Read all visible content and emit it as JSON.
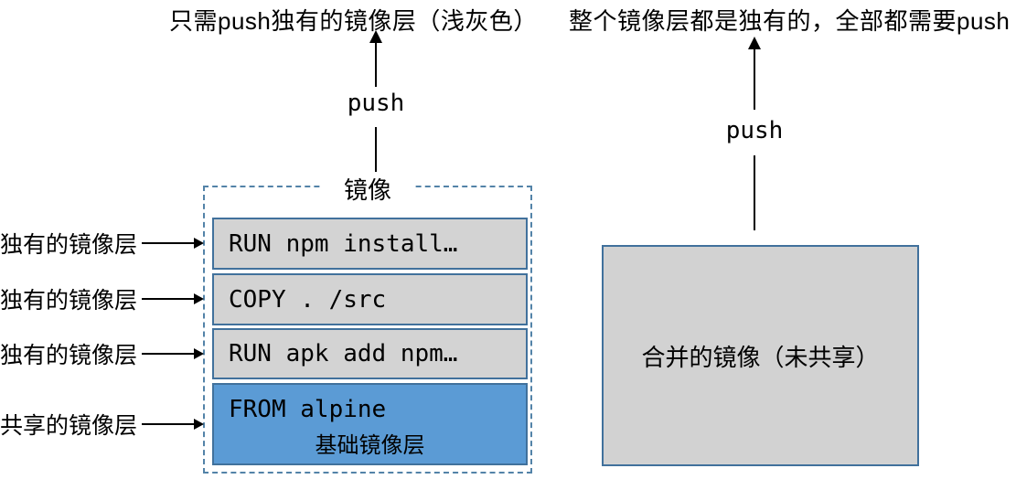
{
  "captions": {
    "left": "只需push独有的镜像层（浅灰色）",
    "right": "整个镜像层都是独有的，全部都需要push"
  },
  "left_diagram": {
    "push_label": "push",
    "box_title": "镜像",
    "layers": [
      {
        "text": "RUN npm install…"
      },
      {
        "text": "COPY . /src"
      },
      {
        "text": "RUN apk add npm…"
      },
      {
        "text": "FROM alpine",
        "sub": "基础镜像层"
      }
    ],
    "side_labels": [
      "独有的镜像层",
      "独有的镜像层",
      "独有的镜像层",
      "共享的镜像层"
    ]
  },
  "right_diagram": {
    "push_label": "push",
    "box_label": "合并的镜像（未共享）"
  },
  "colors": {
    "unique_layer_fill": "#d3d3d3",
    "shared_layer_fill": "#5b9bd5",
    "solid_border": "#41719c",
    "dashed_border": "#5383a8",
    "arrow": "#000000"
  }
}
